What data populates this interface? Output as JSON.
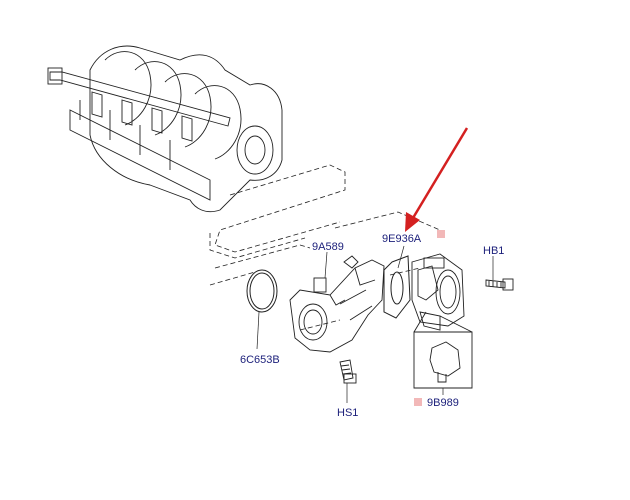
{
  "labels": {
    "l9E936A": "9E936A",
    "l9A589": "9A589",
    "lHB1": "HB1",
    "l6C653B": "6C653B",
    "lHS1": "HS1",
    "l9B989": "9B989"
  },
  "colors": {
    "line": "#222222",
    "label": "#1b1f7a",
    "arrow": "#d42020",
    "marker": "#f2b8b8"
  }
}
